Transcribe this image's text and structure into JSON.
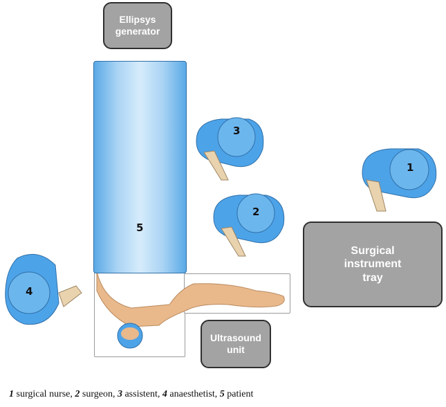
{
  "equipment": {
    "generator": {
      "line1": "Ellipsys",
      "line2": "generator"
    },
    "tray": {
      "line1": "Surgical",
      "line2": "instrument",
      "line3": "tray"
    },
    "ultrasound": {
      "line1": "Ultrasound",
      "line2": "unit"
    }
  },
  "people": [
    {
      "number": "1",
      "role": "surgical nurse"
    },
    {
      "number": "2",
      "role": "surgeon"
    },
    {
      "number": "3",
      "role": "assistent"
    },
    {
      "number": "4",
      "role": "anaesthetist"
    },
    {
      "number": "5",
      "role": "patient"
    }
  ],
  "caption": {
    "n1": "1",
    "t1": " surgical nurse, ",
    "n2": "2",
    "t2": " surgeon, ",
    "n3": "3",
    "t3": " assistent, ",
    "n4": "4",
    "t4": " anaesthetist, ",
    "n5": "5",
    "t5": " patient"
  },
  "colors": {
    "drape": "#5aa9e6",
    "gown": "#4da3e8",
    "skin": "#e9b98c",
    "equipment": "#a3a3a3"
  }
}
